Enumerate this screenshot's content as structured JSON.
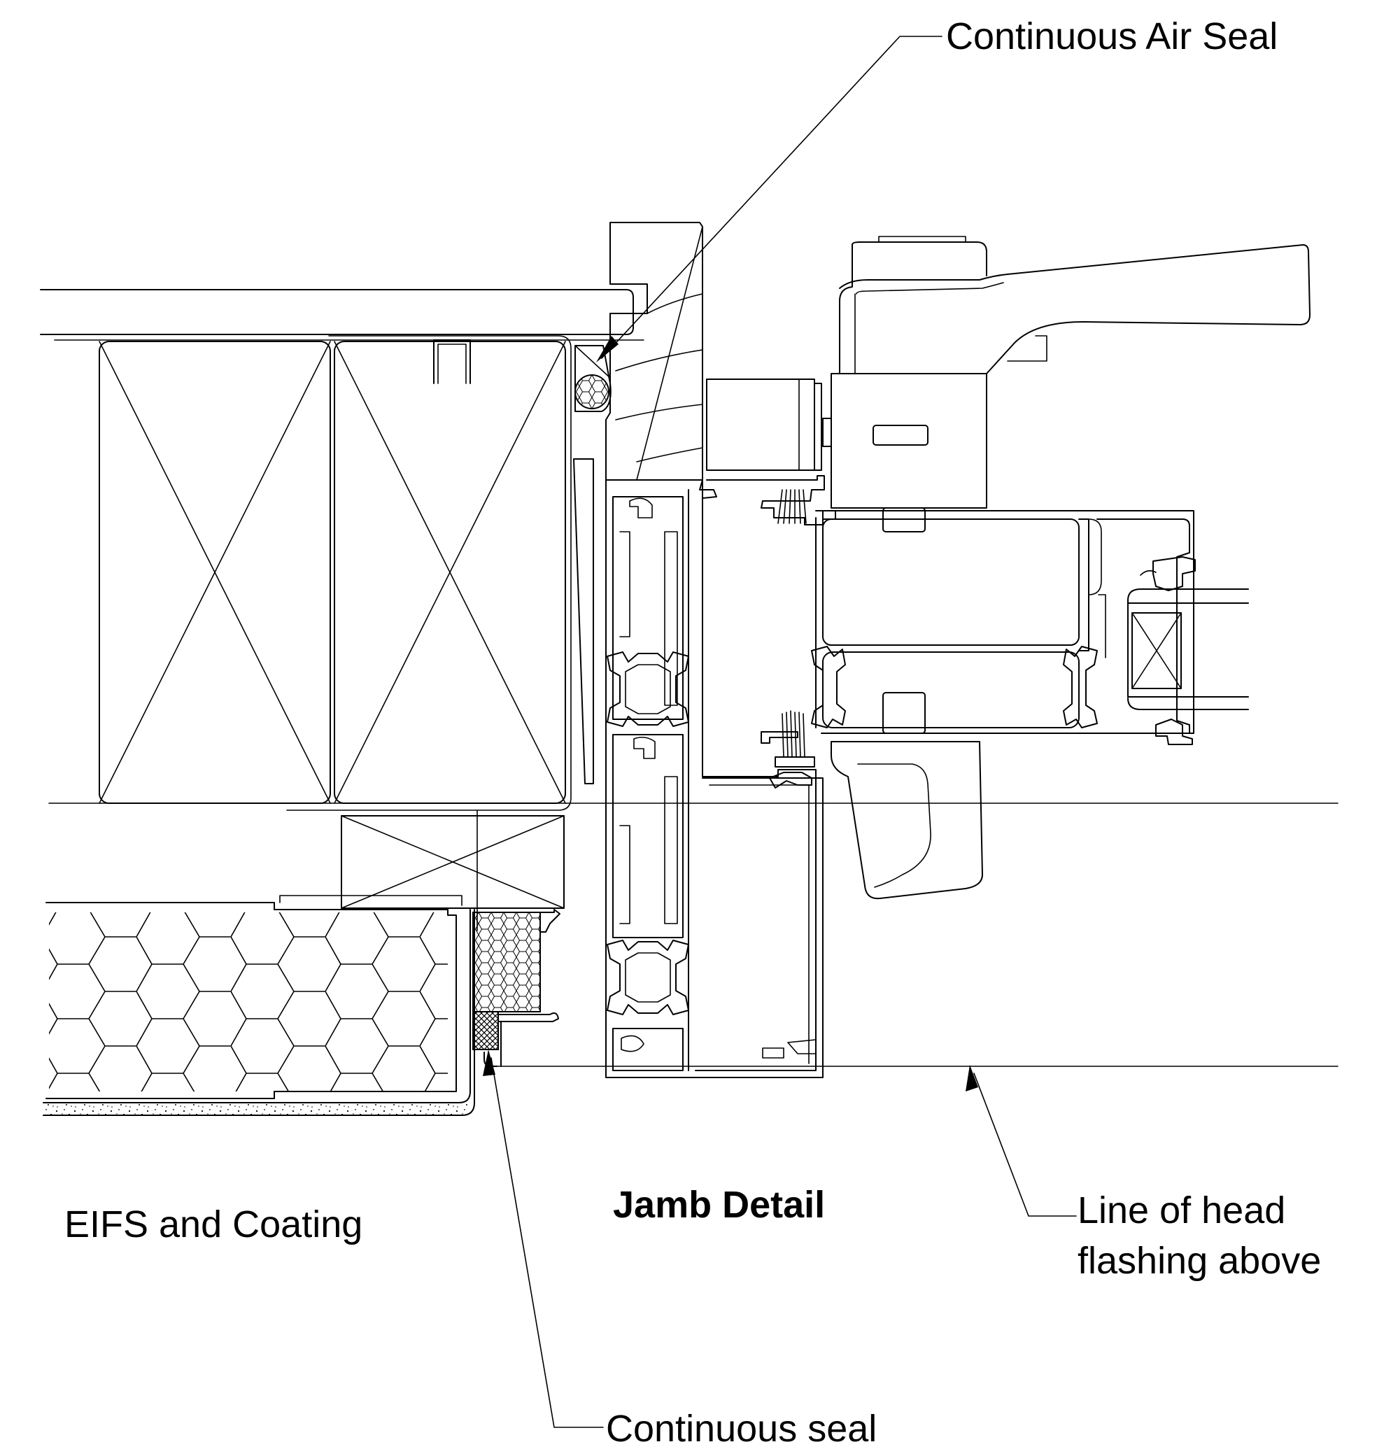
{
  "diagram": {
    "title": "Jamb Detail",
    "labels": {
      "air_seal": "Continuous Air Seal",
      "eifs": "EIFS and Coating",
      "head_flashing_line1": "Line of head",
      "head_flashing_line2": "flashing above",
      "continuous_seal": "Continuous seal"
    }
  }
}
